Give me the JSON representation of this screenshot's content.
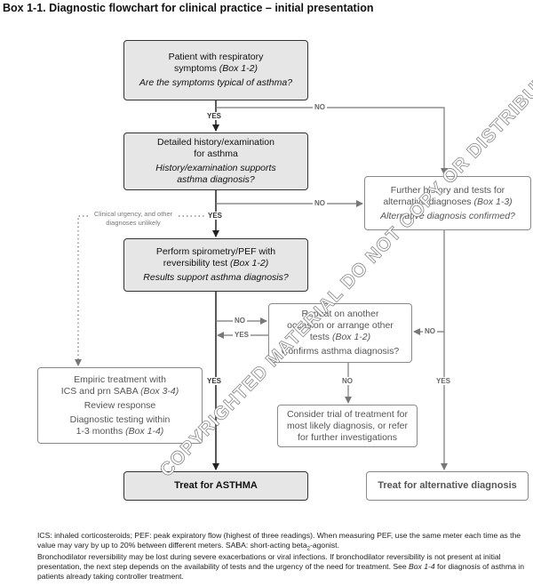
{
  "title": "Box 1-1. Diagnostic flowchart for clinical practice – initial presentation",
  "boxes": {
    "patient": {
      "line1": "Patient with respiratory",
      "line2": "symptoms ",
      "ref": "(Box 1-2)",
      "question": "Are the symptoms typical of asthma?"
    },
    "history": {
      "line1": "Detailed history/examination",
      "line2": "for asthma",
      "question1": "History/examination supports",
      "question2": "asthma diagnosis?"
    },
    "spirometry": {
      "line1": "Perform spirometry/PEF with",
      "line2": "reversibility test ",
      "ref": "(Box 1-2)",
      "question": "Results support asthma diagnosis?"
    },
    "further": {
      "line1": "Further history and tests for",
      "line2": "alternative diagnoses ",
      "ref": "(Box 1-3)",
      "question": "Alternative diagnosis confirmed?"
    },
    "repeat": {
      "line1": "Repeat on another",
      "line2": "occasion or arrange other",
      "line3": "tests ",
      "ref": "(Box 1-2)",
      "question": "Confirms asthma diagnosis?"
    },
    "empiric": {
      "line1": "Empiric treatment with",
      "line2": "ICS and prn SABA ",
      "ref": "(Box 3-4)",
      "line3": "Review response",
      "line4": "Diagnostic testing within",
      "line5": "1-3 months ",
      "ref2": "(Box 1-4)"
    },
    "consider": {
      "line1": "Consider trial of treatment for",
      "line2": "most likely diagnosis, or refer",
      "line3": "for further investigations"
    },
    "treat_asthma": {
      "label": "Treat for ASTHMA"
    },
    "treat_alt": {
      "label": "Treat for alternative diagnosis"
    }
  },
  "labels": {
    "yes": "YES",
    "no": "NO",
    "urgency1": "Clinical urgency, and other",
    "urgency2": "diagnoses unlikely"
  },
  "watermark": "COPYRIGHTED MATERIAL DO NOT COPY OR DISTRIBUTE",
  "footnotes": {
    "p1a": "ICS: inhaled corticosteroids; PEF: peak expiratory flow (highest of three readings). When measuring PEF, use the same meter each time as the value may vary by up to 20% between different meters. SABA: short-acting beta",
    "p1sub": "2",
    "p1b": "-agonist.",
    "p2a": "Bronchodilator reversibility may be lost during severe exacerbations or viral infections. If bronchodilator reversibility is not present at initial presentation, the next step depends on the availability of tests and the urgency of the need for treatment. See ",
    "p2ref": "Box 1-4",
    "p2b": " for diagnosis of asthma in patients already taking controller treatment."
  },
  "colors": {
    "main_fill": "#e6e6e6",
    "main_border": "#333333",
    "alt_border": "#8a8a8a"
  }
}
